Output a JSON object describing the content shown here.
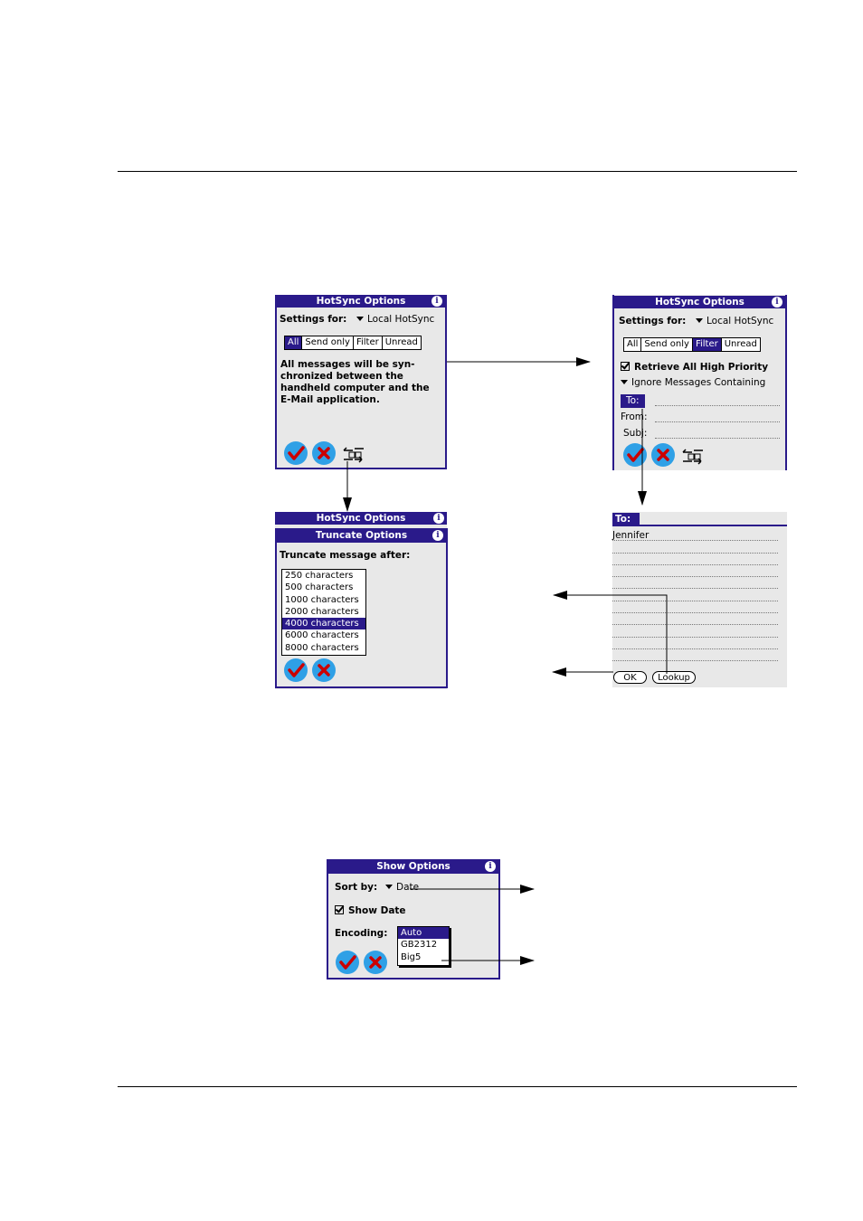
{
  "hotsync_all": {
    "title": "HotSync Options",
    "settings_label": "Settings for:",
    "settings_value": "Local HotSync",
    "tabs": [
      "All",
      "Send only",
      "Filter",
      "Unread"
    ],
    "selected_tab": "All",
    "description": [
      "All messages will be syn-",
      "chronized between the",
      "handheld computer and the",
      "E-Mail application."
    ]
  },
  "hotsync_filter": {
    "title": "HotSync Options",
    "settings_label": "Settings for:",
    "settings_value": "Local HotSync",
    "tabs": [
      "All",
      "Send only",
      "Filter",
      "Unread"
    ],
    "selected_tab": "Filter",
    "retrieve_label": "Retrieve All High Priority",
    "ignore_label": "Ignore Messages Containing",
    "to_label": "To:",
    "from_label": "From:",
    "subj_label": "Subj:"
  },
  "truncate": {
    "parent_title": "HotSync Options",
    "title": "Truncate Options",
    "prompt": "Truncate message after:",
    "options": [
      "250 characters",
      "500 characters",
      "1000 characters",
      "2000 characters",
      "4000 characters",
      "6000 characters",
      "8000 characters"
    ],
    "selected": "4000 characters"
  },
  "to_field": {
    "label": "To:",
    "value": "Jennifer",
    "ok_label": "OK",
    "lookup_label": "Lookup"
  },
  "show_options": {
    "title": "Show Options",
    "sort_label": "Sort by:",
    "sort_value": "Date",
    "show_date_label": "Show Date",
    "encoding_label": "Encoding:",
    "encodings": [
      "Auto",
      "GB2312",
      "Big5"
    ],
    "selected_encoding": "Auto"
  },
  "icons": {
    "ok": "checkmark-icon",
    "cancel": "x-icon",
    "sync": "hotsync-options-icon",
    "info": "info-icon"
  },
  "colors": {
    "title_bar": "#2a1a8a",
    "button": "#2fa0e6",
    "check": "#cc0000",
    "panel": "#e8e8e8"
  }
}
